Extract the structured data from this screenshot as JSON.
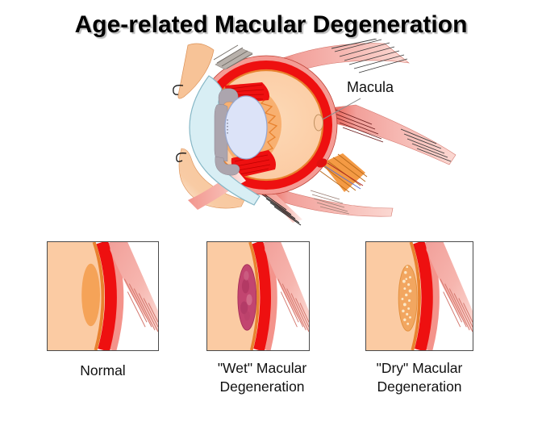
{
  "title": "Age-related Macular Degeneration",
  "eye": {
    "macula_label": "Macula"
  },
  "panels": [
    {
      "id": "normal",
      "label": "Normal"
    },
    {
      "id": "wet",
      "label": "\"Wet\" Macular\nDegeneration"
    },
    {
      "id": "dry",
      "label": "\"Dry\" Macular\nDegeneration"
    }
  ],
  "colors": {
    "sclera_red": "#EE1010",
    "outer_rim_pink": "#F49B94",
    "muscle_pink": "#F2A09A",
    "interior_peach": "#FBCBA3",
    "retina_orange": "#E8822F",
    "behind_lens_orange": "#F8B070",
    "cornea_blue": "#D8EEF4",
    "lens_blue": "#DCE3F8",
    "ciliary_gray": "#ACA5AE",
    "skin_peach": "#F7C397",
    "normal_macula_orange": "#F5A358",
    "wet_lesion_maroon": "#C24570",
    "dry_lesion_orange": "#F2A660",
    "drusen_cream": "#FBE8C8",
    "hatch_dark": "#3A3A3A"
  }
}
